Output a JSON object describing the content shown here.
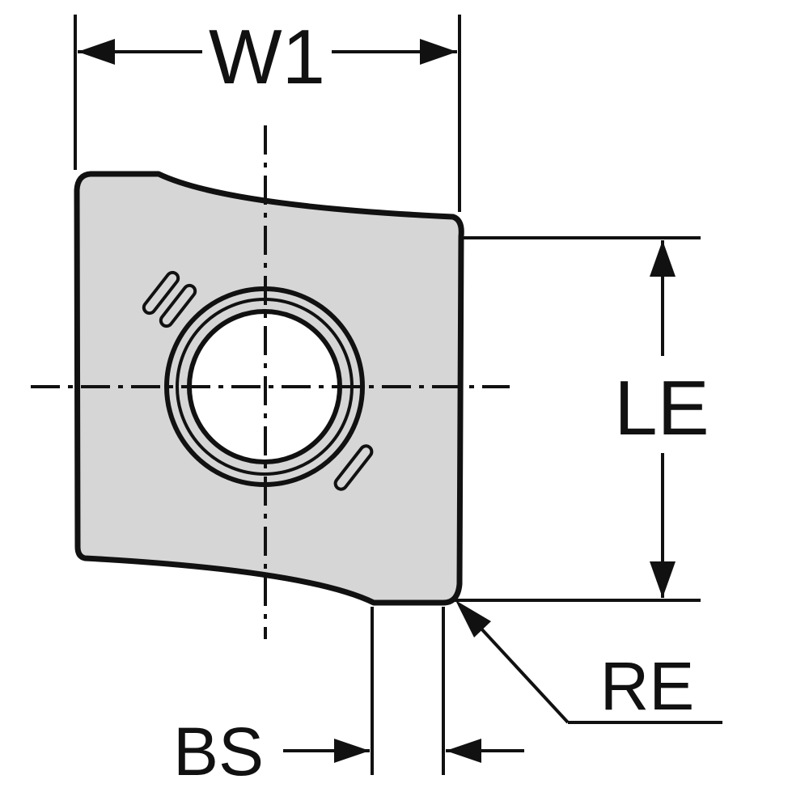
{
  "labels": {
    "width": "W1",
    "edge_length": "LE",
    "corner_radius": "RE",
    "wiper_length": "BS"
  },
  "colors": {
    "insert_fill": "#d6d6d6",
    "outline": "#111111",
    "background": "#ffffff"
  }
}
